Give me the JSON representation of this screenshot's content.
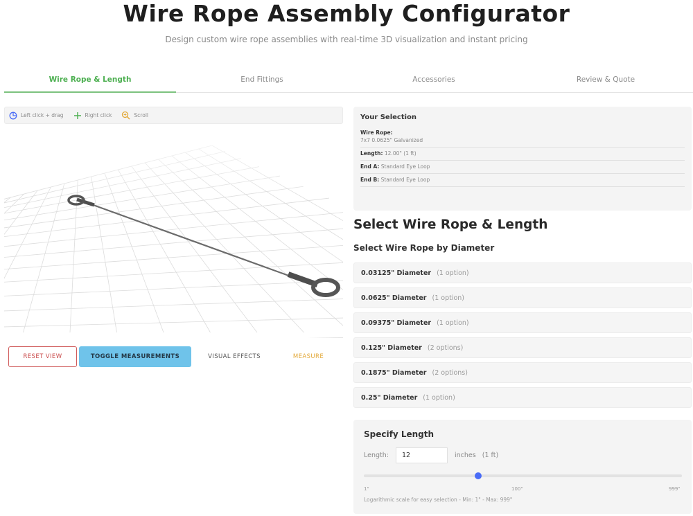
{
  "header": {
    "title": "Wire Rope Assembly Configurator",
    "subtitle": "Design custom wire rope assemblies with real-time 3D visualization and instant pricing"
  },
  "tabs": [
    {
      "label": "Wire Rope & Length",
      "active": true
    },
    {
      "label": "End Fittings",
      "active": false
    },
    {
      "label": "Accessories",
      "active": false
    },
    {
      "label": "Review & Quote",
      "active": false
    }
  ],
  "viewer": {
    "hints": [
      {
        "icon": "rotate-icon",
        "label": "Left click + drag"
      },
      {
        "icon": "plus-icon",
        "label": "Right click"
      },
      {
        "icon": "zoom-icon",
        "label": "Scroll"
      }
    ],
    "buttons": {
      "reset": "RESET VIEW",
      "toggle": "TOGGLE MEASUREMENTS",
      "effects": "VISUAL EFFECTS",
      "measure": "MEASURE"
    }
  },
  "selection": {
    "title": "Your Selection",
    "wire_rope_label": "Wire Rope:",
    "wire_rope_value": "7x7 0.0625\" Galvanized",
    "length_label": "Length:",
    "length_value": "12.00\" (1 ft)",
    "end_a_label": "End A:",
    "end_a_value": "Standard Eye Loop",
    "end_b_label": "End B:",
    "end_b_value": "Standard Eye Loop"
  },
  "section": {
    "title": "Select Wire Rope & Length",
    "diameter_heading": "Select Wire Rope by Diameter"
  },
  "diameters": [
    {
      "label": "0.03125\" Diameter",
      "count": "(1 option)"
    },
    {
      "label": "0.0625\" Diameter",
      "count": "(1 option)"
    },
    {
      "label": "0.09375\" Diameter",
      "count": "(1 option)"
    },
    {
      "label": "0.125\" Diameter",
      "count": "(2 options)"
    },
    {
      "label": "0.1875\" Diameter",
      "count": "(2 options)"
    },
    {
      "label": "0.25\" Diameter",
      "count": "(1 option)"
    }
  ],
  "length": {
    "title": "Specify Length",
    "label": "Length:",
    "value": "12",
    "unit": "inches",
    "feet": "(1 ft)",
    "slider_fraction": 0.36,
    "tick_min": "1\"",
    "tick_mid": "100\"",
    "tick_max": "999\"",
    "note": "Logarithmic scale for easy selection - Min: 1\" - Max: 999\""
  },
  "colors": {
    "accent": "#4caf50",
    "toggle_bg": "#6fc3ea",
    "reset": "#c94a4a",
    "measure": "#e3a93a",
    "slider": "#4a6cf7"
  }
}
